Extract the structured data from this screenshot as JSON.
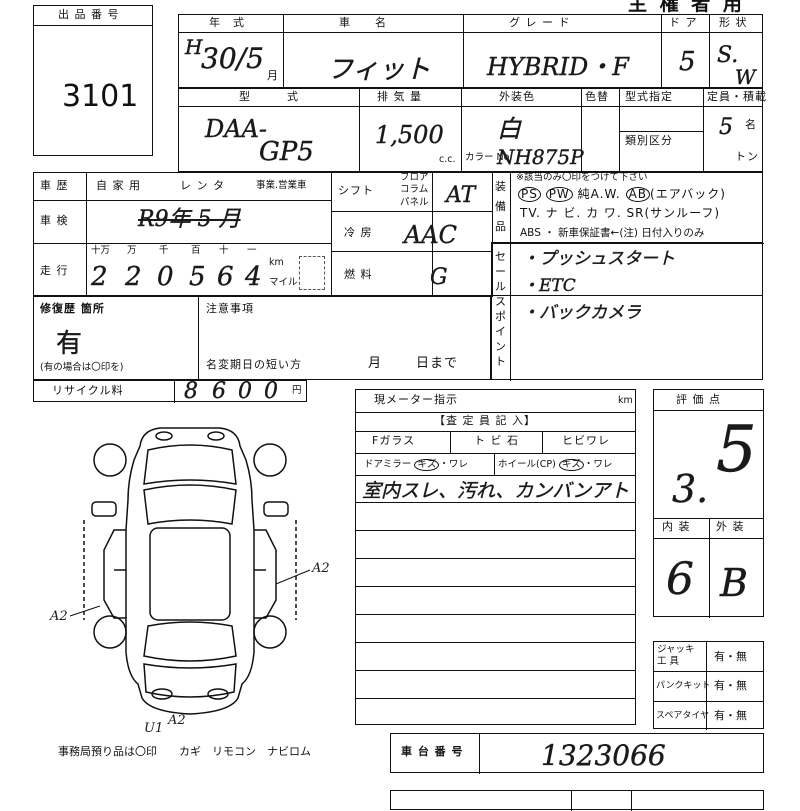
{
  "header": {
    "title_right": "主 権 者 用"
  },
  "lot": {
    "label": "出 品 番 号",
    "number": "3101"
  },
  "year": {
    "label": "年　式",
    "era": "H",
    "value": "30/5",
    "unit": "月"
  },
  "name": {
    "label": "車　　名",
    "value": "フィット"
  },
  "grade": {
    "label": "グ レ ー ド",
    "value": "HYBRID・F"
  },
  "doors": {
    "label": "ド ア",
    "value": "5"
  },
  "body_type": {
    "label": "形 状",
    "value_top": "S.",
    "value_bottom": "W"
  },
  "model": {
    "label": "型　　　式",
    "line1": "DAA-",
    "line2": "GP5"
  },
  "displacement": {
    "label": "排 気 量",
    "value": "1,500",
    "unit": "c.c."
  },
  "exterior": {
    "label": "外装色",
    "value": "白",
    "color_code_label": "カラー No.",
    "color_code": "NH875P"
  },
  "paint": {
    "label": "色替"
  },
  "type_spec": {
    "label": "型式指定",
    "category_label": "類別区分"
  },
  "capacity": {
    "label": "定員・積載",
    "value": "5",
    "unit": "名",
    "ton_unit": "トン"
  },
  "history": {
    "label": "車 歴",
    "options": [
      "自 家 用",
      "レ ン タ",
      "事業.営業車"
    ]
  },
  "shift": {
    "label": "シフト",
    "options": [
      "フロア",
      "コラム",
      "パネル"
    ],
    "value": "AT"
  },
  "equipment": {
    "label": "装 備 品",
    "note": "※該当のみ〇印をつけて下さい",
    "row1": {
      "ps": "PS",
      "pw": "PW",
      "aw": "純A.W.",
      "ab": "AB",
      "ab_note": "(エアバック)"
    },
    "row2": "TV. ナ ビ. カ ワ. SR(サンルーフ)",
    "row3": "ABS ・ 新車保証書←(注) 日付入りのみ"
  },
  "shaken": {
    "label": "車 検",
    "value": "R9年 5 月"
  },
  "aircon": {
    "label": "冷 房",
    "value": "AAC"
  },
  "fuel": {
    "label": "燃 料",
    "value": "G"
  },
  "mileage": {
    "label": "走 行",
    "units": [
      "十万",
      "万",
      "千",
      "百",
      "十",
      "一"
    ],
    "digits": [
      "2",
      "2",
      "0",
      "5",
      "6",
      "4"
    ],
    "km_label": "km",
    "mile_label": "マイル"
  },
  "sales_points": {
    "label": "セールスポイント",
    "items": [
      "・プッシュスタート",
      "・ETC",
      "・バックカメラ"
    ]
  },
  "repair": {
    "label": "修復歴 箇所",
    "value": "有",
    "note": "(有の場合は〇印を)"
  },
  "notes": {
    "label": "注意事項",
    "name_change_label": "名変期日の短い方",
    "month": "月",
    "day": "日まで"
  },
  "recycle": {
    "label": "リサイクル料",
    "digits": [
      "8",
      "6",
      "0",
      "0"
    ],
    "unit": "円"
  },
  "meter": {
    "label": "現メーター指示",
    "unit": "km",
    "inspector_label": "【査 定 員 記 入】",
    "row1": [
      "Fガラス",
      "ト ビ 石",
      "ヒビワレ"
    ],
    "row2_label": "ドアミラー",
    "row2_a": "キズ",
    "row2_b": "・ワレ",
    "wheel_label": "ホイール(CP)",
    "wheel_a": "キズ",
    "wheel_b": "・ワレ",
    "comment": "室内スレ、汚れ、カンバンアト"
  },
  "evaluation": {
    "label": "評 価 点",
    "score_main": "3.",
    "score_sub": "5"
  },
  "interior": {
    "label": "内 装",
    "value": "6"
  },
  "exterior_grade": {
    "label": "外 装",
    "value": "B"
  },
  "diagram": {
    "marks": [
      "A2",
      "A2",
      "U1",
      "A2"
    ]
  },
  "tools": {
    "jack_label": "ジャッキ 工 具",
    "jack_value": "有・無",
    "puncture_label": "パンクキット",
    "puncture_value": "有・無",
    "spare_label": "スペアタイヤ",
    "spare_value": "有・無"
  },
  "office": {
    "note": "事務局預り品は〇印　　カギ　リモコン　ナビロム"
  },
  "chassis": {
    "label": "車 台 番 号",
    "value": "1323066"
  }
}
